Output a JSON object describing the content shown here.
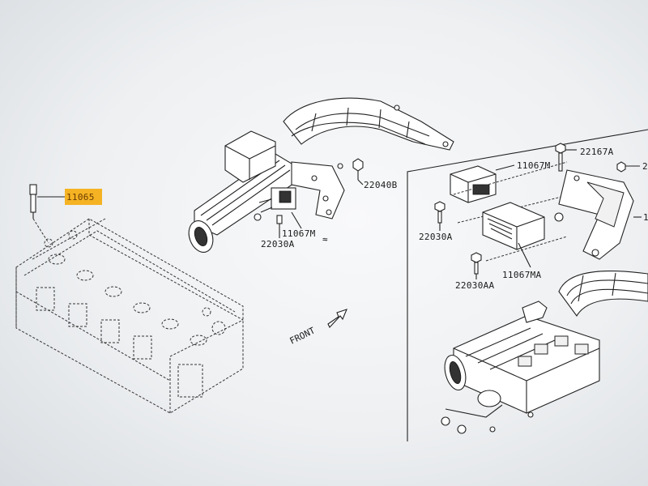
{
  "diagram": {
    "part_numbers": {
      "glow_plug": "11065",
      "sensor_upper": "11067M",
      "sensor_right": "11067M",
      "sensor_lower_right": "11067MA",
      "bolt_upper": "22030A",
      "bolt_right": "22030A",
      "bolt_lower_right": "22030AA",
      "nut_upper": "22040B",
      "bolt_top_right": "22167A",
      "cut_off_label": "1"
    },
    "front_label": "FRONT",
    "highlight_color": "#f5b324",
    "line_color": "#222222"
  }
}
